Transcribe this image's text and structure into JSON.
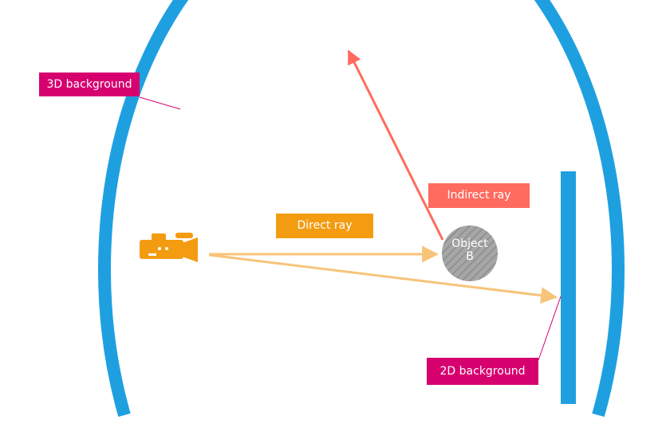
{
  "labels": {
    "bg3d": "3D background",
    "bg2d": "2D background",
    "indirect_ray": "Indirect ray",
    "direct_ray": "Direct ray"
  },
  "object": {
    "line1": "Object",
    "line2": "B"
  },
  "icons": {
    "camera": "video-camera-icon"
  },
  "colors": {
    "background_blue": "#1ea0e0",
    "label_magenta": "#d6006f",
    "indirect_red": "#ff6b5e",
    "direct_orange": "#f39c12",
    "ray_light_orange": "#f7c47a",
    "object_gray": "#a6a6a6"
  }
}
